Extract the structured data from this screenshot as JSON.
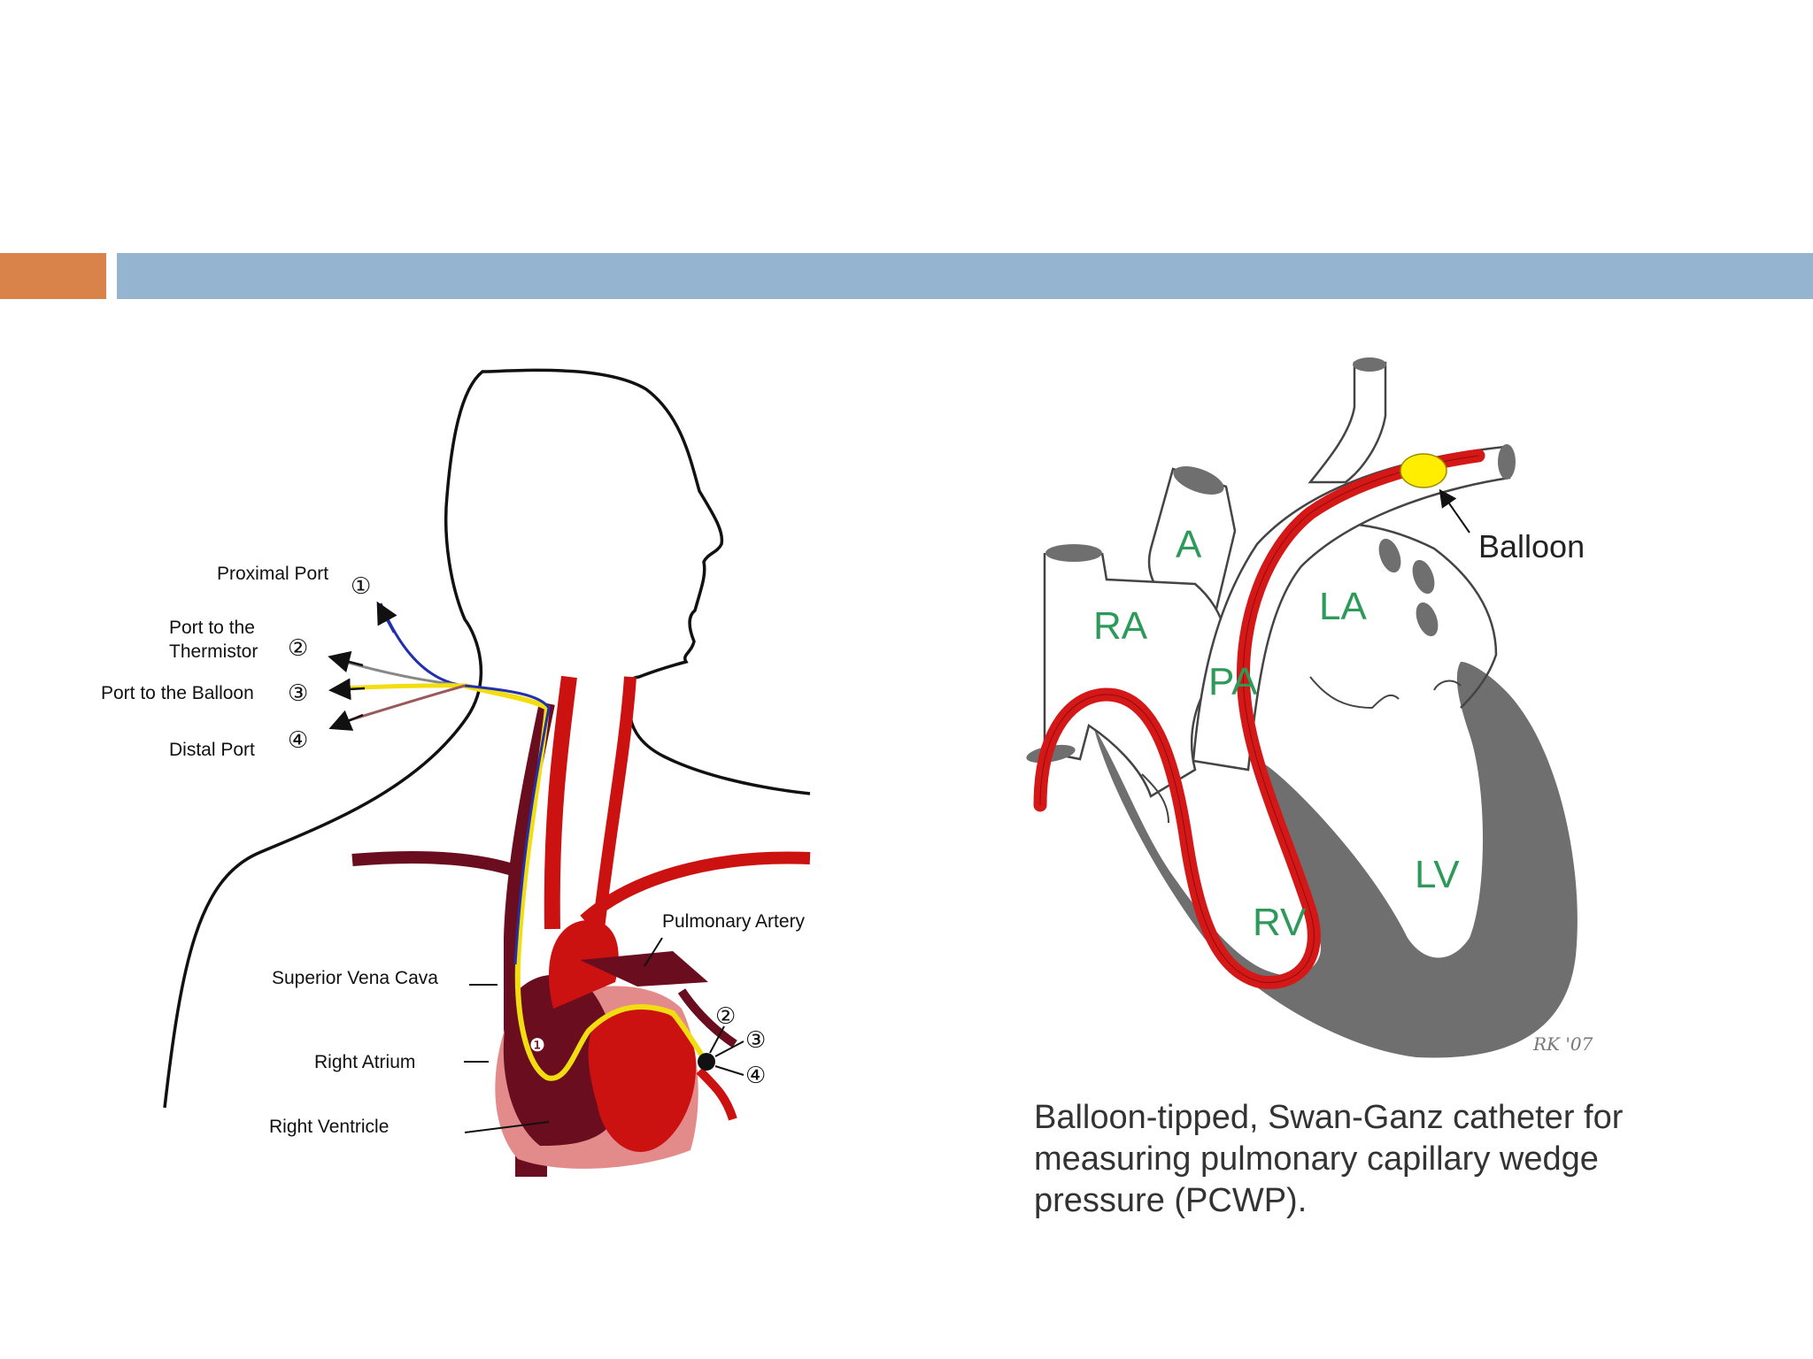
{
  "colors": {
    "accent": "#d9824a",
    "header_bar": "#94b4cf",
    "vessel_red": "#cc1111",
    "vein_dark": "#6a0d1e",
    "heart_pink": "#e38b8b",
    "chamber_label": "#2e9a5a",
    "myocardium_gray": "#6f6f6f",
    "balloon_yellow": "#ffee00"
  },
  "left_diagram": {
    "ports": [
      {
        "label": "Proximal Port",
        "number": "①"
      },
      {
        "label_line1": "Port to the",
        "label_line2": "Thermistor",
        "number": "②"
      },
      {
        "label": "Port to the Balloon",
        "number": "③"
      },
      {
        "label": "Distal Port",
        "number": "④"
      }
    ],
    "anatomy_labels": {
      "pulmonary_artery": "Pulmonary Artery",
      "superior_vena_cava": "Superior Vena Cava",
      "right_atrium": "Right Atrium",
      "right_ventricle": "Right Ventricle"
    },
    "tip_markers": {
      "one": "❶",
      "two": "②",
      "three": "③",
      "four": "④"
    }
  },
  "right_diagram": {
    "chambers": {
      "a": "A",
      "ra": "RA",
      "la": "LA",
      "pa": "PA",
      "rv": "RV",
      "lv": "LV"
    },
    "balloon_label": "Balloon",
    "signature": "RK '07",
    "caption": "Balloon-tipped, Swan-Ganz catheter for measuring pulmonary capillary wedge pressure (PCWP)."
  }
}
